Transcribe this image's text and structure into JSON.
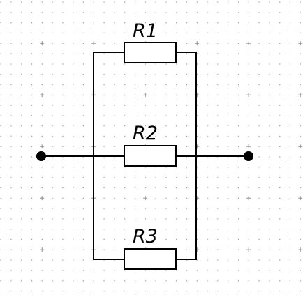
{
  "components": {
    "resistors": [
      {
        "label": "R1"
      },
      {
        "label": "R2"
      },
      {
        "label": "R3"
      }
    ]
  }
}
